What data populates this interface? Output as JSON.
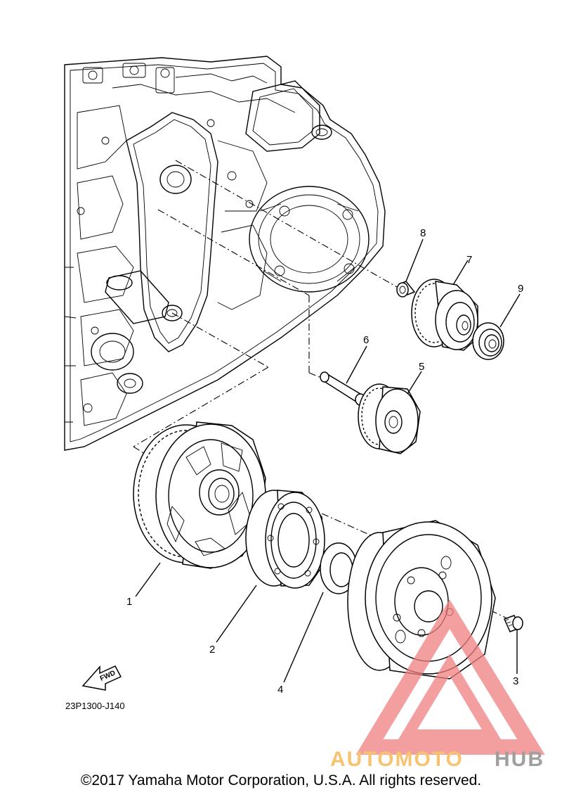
{
  "diagram": {
    "code": "23P1300-J140",
    "copyright": "©2017 Yamaha Motor Corporation, U.S.A. All rights reserved.",
    "fwd_label": "FWD",
    "watermark": {
      "word_light": "AUTOMOTO",
      "word_dark": "HUB",
      "colors": {
        "triangle": "#f08080",
        "light": "#f5b041",
        "dark": "#7f7f7f"
      }
    },
    "callouts": [
      {
        "id": "1",
        "part": "starter-wheel-gear"
      },
      {
        "id": "2",
        "part": "starter-clutch-assembly"
      },
      {
        "id": "3",
        "part": "bolt"
      },
      {
        "id": "4",
        "part": "washer"
      },
      {
        "id": "5",
        "part": "idle-gear"
      },
      {
        "id": "6",
        "part": "shaft"
      },
      {
        "id": "7",
        "part": "idle-gear-2"
      },
      {
        "id": "8",
        "part": "bushing"
      },
      {
        "id": "9",
        "part": "bearing"
      }
    ]
  }
}
